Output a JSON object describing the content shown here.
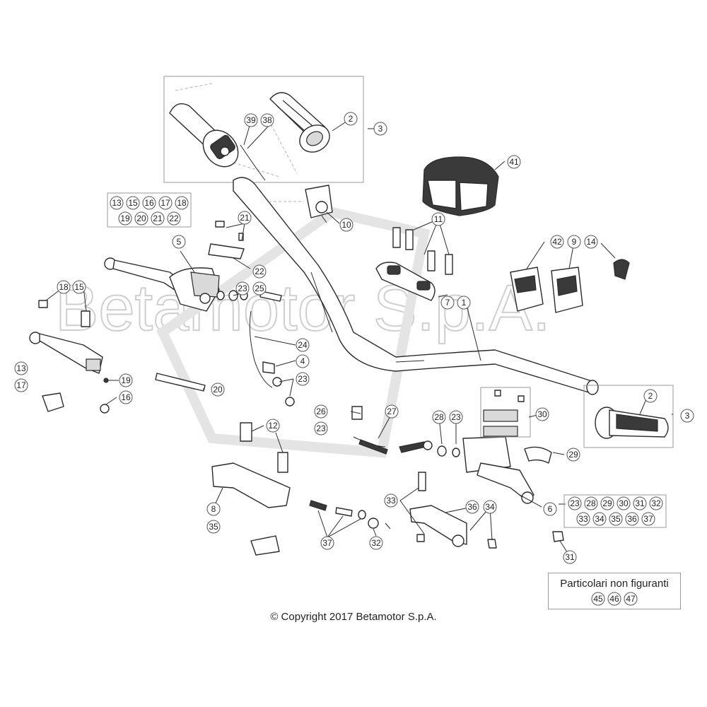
{
  "watermark": "Betamotor S.p.A.",
  "copyright": "© Copyright 2017 Betamotor S.p.A.",
  "not_shown_box": {
    "title": "Particolari non figuranti",
    "refs": [
      "45",
      "46",
      "47"
    ]
  },
  "callouts": {
    "c2a": "2",
    "c3a": "3",
    "c38": "38",
    "c39": "39",
    "c41": "41",
    "c10": "10",
    "c11": "11",
    "c5": "5",
    "c21": "21",
    "c22": "22",
    "c23a": "23",
    "c25": "25",
    "c24": "24",
    "c4": "4",
    "c23b": "23",
    "c18": "18",
    "c15": "15",
    "c13": "13",
    "c17": "17",
    "c19": "19",
    "c16": "16",
    "c20": "20",
    "c42": "42",
    "c9": "9",
    "c14": "14",
    "c7": "7",
    "c1": "1",
    "c2b": "2",
    "c3b": "3",
    "c26": "26",
    "c27": "27",
    "c28": "28",
    "c23c": "23",
    "c23d": "23",
    "c30": "30",
    "c29": "29",
    "c12": "12",
    "c8": "8",
    "c35": "35",
    "c37": "37",
    "c32": "32",
    "c33": "33",
    "c36": "36",
    "c34": "34",
    "c6": "6",
    "c31": "31"
  },
  "group_5_refs": [
    "13",
    "15",
    "16",
    "17",
    "18",
    "19",
    "20",
    "21",
    "22"
  ],
  "group_6_refs": [
    "23",
    "28",
    "29",
    "30",
    "31",
    "32",
    "33",
    "34",
    "35",
    "36",
    "37"
  ]
}
